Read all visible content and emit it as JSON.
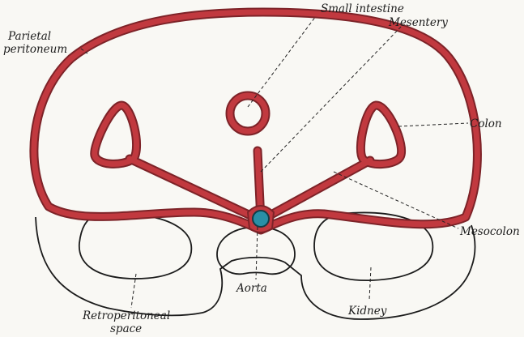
{
  "colors": {
    "peritoneum_fill": "#c1393f",
    "peritoneum_edge": "#7d2328",
    "aorta": "#2a8fa6",
    "outline": "#1b1b1b",
    "background": "#f9f8f4"
  },
  "labels": {
    "small_intestine": "Small intestine",
    "mesentery": "Mesentery",
    "parietal_peritoneum_line1": "Parietal",
    "parietal_peritoneum_line2": "peritoneum",
    "colon": "Colon",
    "mesocolon": "Mesocolon",
    "aorta": "Aorta",
    "kidney": "Kidney",
    "retroperitoneal_line1": "Retroperitoneal",
    "retroperitoneal_line2": "space"
  }
}
